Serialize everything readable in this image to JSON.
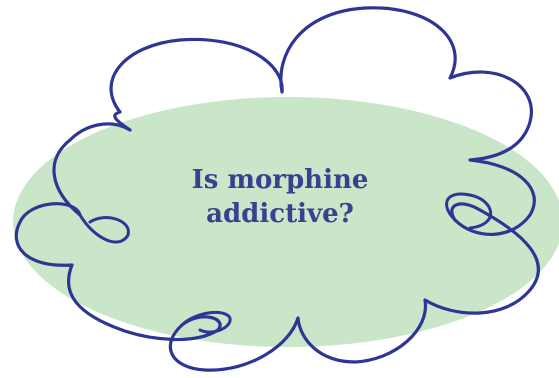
{
  "bubble": {
    "question_line1": "Is morphine",
    "question_line2": "addictive?",
    "fill_color": "#c9e6c9",
    "outline_color": "#2f3594",
    "text_color": "#3a3f8f"
  },
  "icons": {
    "shape": "cloud-thought-bubble"
  }
}
